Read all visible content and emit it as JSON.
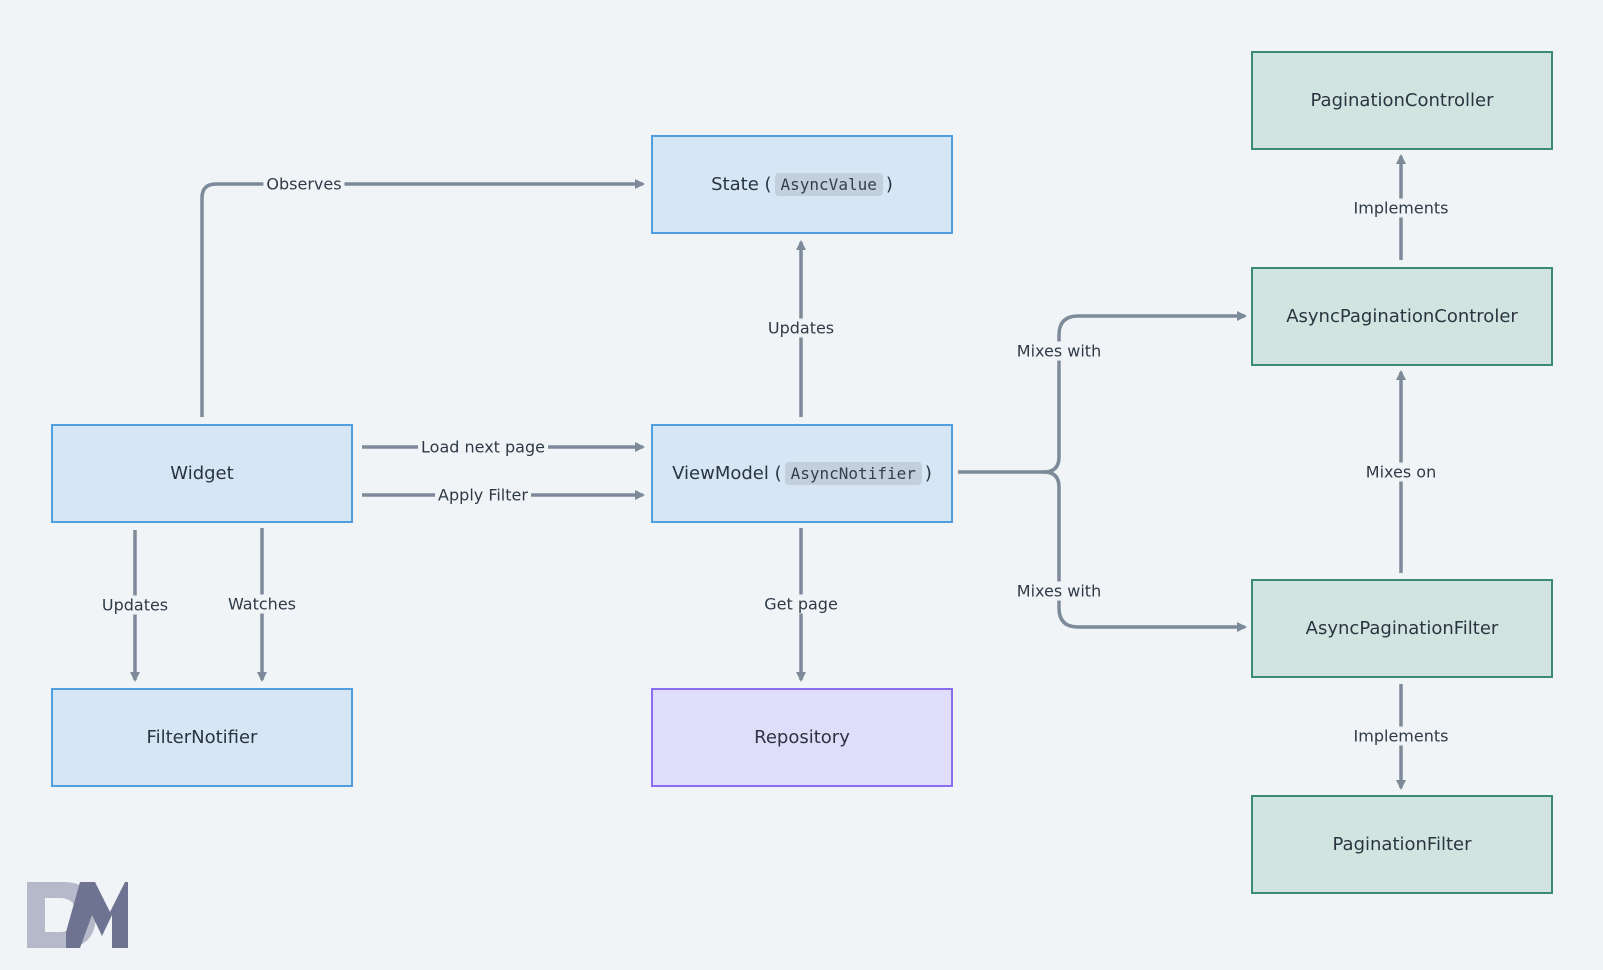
{
  "nodes": {
    "state": {
      "prefix": "State (",
      "code": "AsyncValue",
      "suffix": ")"
    },
    "widget": {
      "label": "Widget"
    },
    "viewmodel": {
      "prefix": "ViewModel (",
      "code": "AsyncNotifier",
      "suffix": ")"
    },
    "filter_notifier": {
      "label": "FilterNotifier"
    },
    "repository": {
      "label": "Repository"
    },
    "pagination_controller": {
      "label": "PaginationController"
    },
    "async_pagination_controler": {
      "label": "AsyncPaginationControler"
    },
    "async_pagination_filter": {
      "label": "AsyncPaginationFilter"
    },
    "pagination_filter": {
      "label": "PaginationFilter"
    }
  },
  "edges": {
    "observes": "Observes",
    "updates_state": "Updates",
    "load_next_page": "Load next page",
    "apply_filter": "Apply Filter",
    "updates_filter": "Updates",
    "watches": "Watches",
    "get_page": "Get page",
    "mixes_with_top": "Mixes with",
    "mixes_with_bottom": "Mixes with",
    "implements_top": "Implements",
    "mixes_on": "Mixes on",
    "implements_bottom": "Implements"
  },
  "colors": {
    "background": "#f0f4f7",
    "blue_fill": "#d6e6f5",
    "blue_border": "#4f9ee0",
    "purple_fill": "#e0ddfa",
    "purple_border": "#8a6df0",
    "green_fill": "#d2e4e0",
    "green_border": "#3b8b74",
    "arrow": "#7d8a99"
  },
  "logo": {
    "text": "DM"
  }
}
